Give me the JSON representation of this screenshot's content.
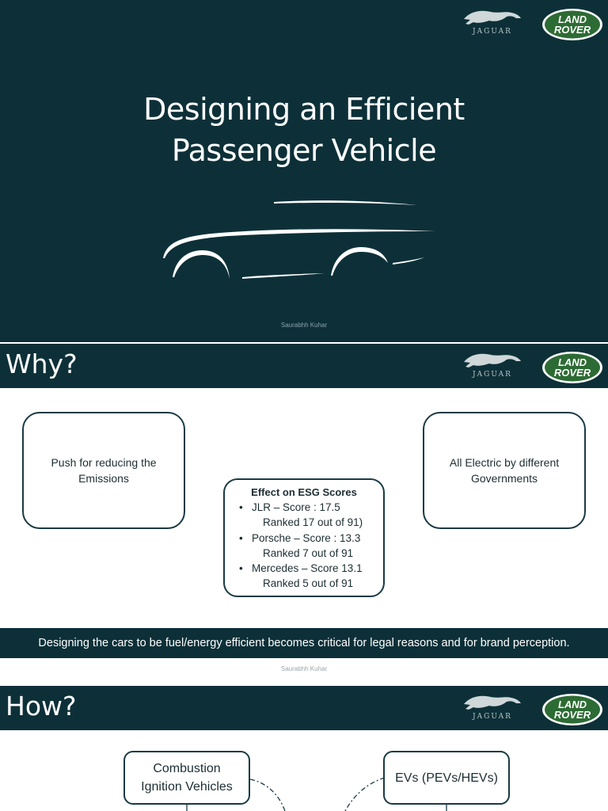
{
  "slide1": {
    "title_line1": "Designing an Efficient",
    "title_line2": "Passenger Vehicle",
    "author": "Saurabhh Kuhar"
  },
  "brand": {
    "jaguar_text": "JAGUAR",
    "lr_line1": "LAND",
    "lr_line2": "ROVER",
    "lr_green": "#2d6b34",
    "dark_bg": "#0d3038"
  },
  "slide2": {
    "heading": "Why?",
    "left_box": "Push for reducing the Emissions",
    "right_box": "All Electric by different Governments",
    "esg": {
      "heading": "Effect on ESG Scores",
      "items": [
        {
          "label": "JLR – Score : 17.5",
          "sub": "Ranked 17 out of 91)"
        },
        {
          "label": "Porsche – Score : 13.3",
          "sub": "Ranked 7 out of 91"
        },
        {
          "label": "Mercedes – Score 13.1",
          "sub": "Ranked 5 out of 91"
        }
      ]
    },
    "banner": "Designing the cars to be fuel/energy efficient becomes critical for legal reasons and for brand perception.",
    "author": "Saurabhh Kuhar"
  },
  "slide3": {
    "heading": "How?",
    "left_box": "Combustion Ignition Vehicles",
    "right_box": "EVs (PEVs/HEVs)"
  }
}
